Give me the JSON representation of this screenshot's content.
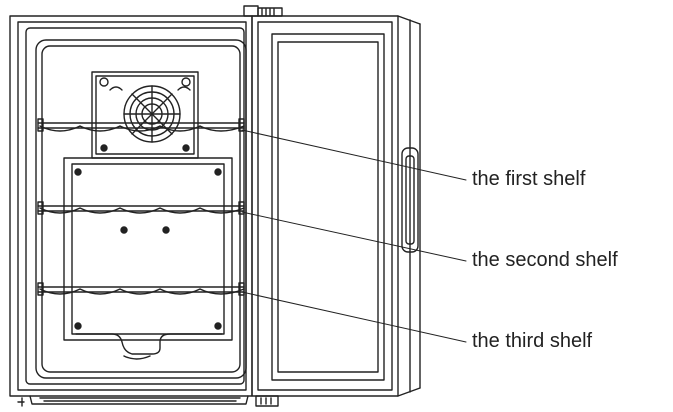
{
  "labels": {
    "first_shelf": "the first shelf",
    "second_shelf": "the second shelf",
    "third_shelf": "the third shelf"
  },
  "colors": {
    "line": "#222222",
    "fill": "#ffffff",
    "grill": "#333333"
  },
  "icons": {
    "fan": "fan-icon",
    "handle": "door-handle"
  }
}
